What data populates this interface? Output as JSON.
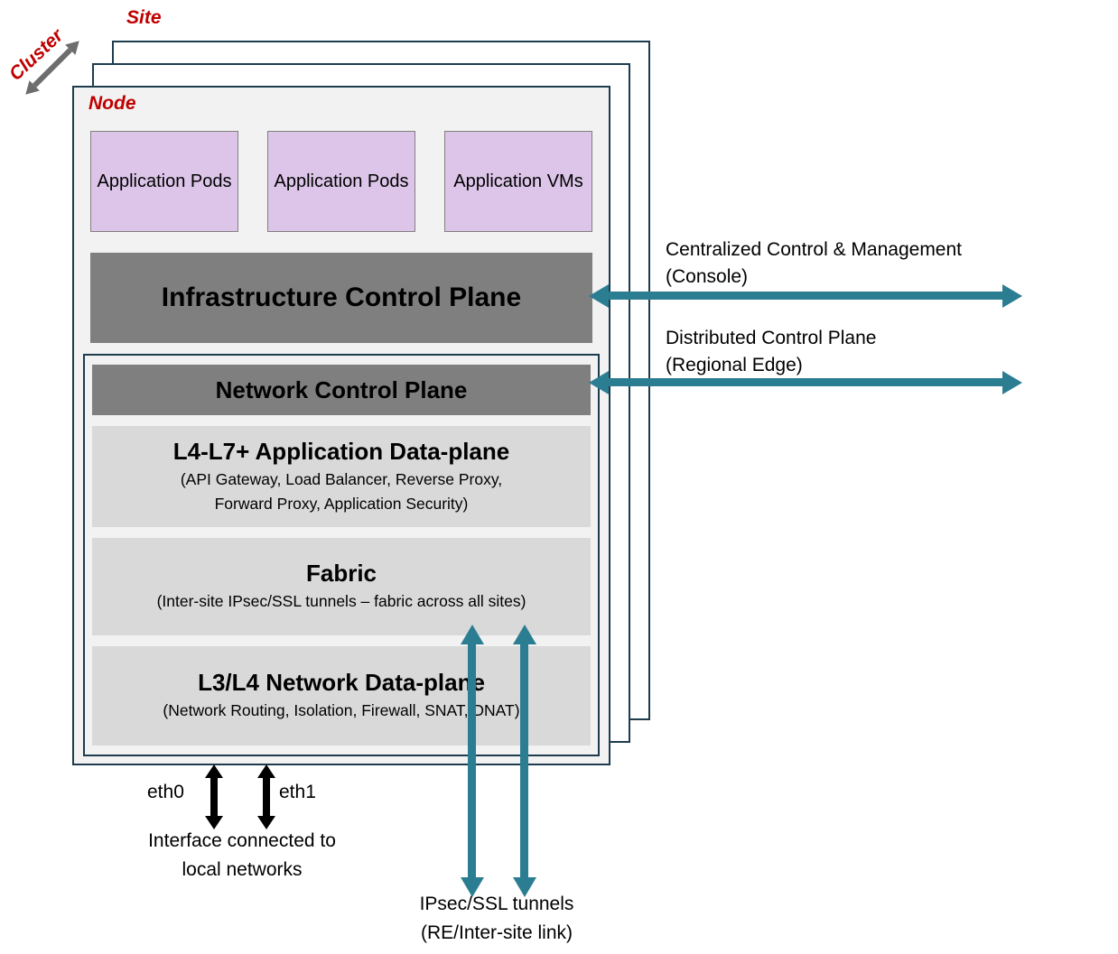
{
  "colors": {
    "teal": "#2b7d92",
    "dark_border": "#1d3c4d",
    "red": "#c00000",
    "purple": "#dcc5e8",
    "purple_border": "#808080",
    "dark_gray": "#7f7f7f",
    "light_gray": "#d9d9d9",
    "node_bg": "#f2f2f2",
    "arrow_gray": "#6d6d6d"
  },
  "layers": {
    "cluster_label": "Cluster",
    "site_label": "Site",
    "node_label": "Node"
  },
  "node": {
    "app_boxes": [
      "Application Pods",
      "Application Pods",
      "Application VMs"
    ],
    "infrastructure_control_plane": "Infrastructure Control Plane",
    "network_control_plane": "Network Control Plane",
    "l4_l7": {
      "title": "L4-L7+ Application Data-plane",
      "subtitle_line1": "(API Gateway, Load Balancer, Reverse Proxy,",
      "subtitle_line2": "Forward Proxy, Application Security)"
    },
    "fabric": {
      "title": "Fabric",
      "subtitle": "(Inter-site IPsec/SSL tunnels – fabric across all sites)"
    },
    "l3_l4": {
      "title": "L3/L4 Network Data-plane",
      "subtitle": "(Network Routing, Isolation, Firewall, SNAT, DNAT)"
    }
  },
  "annotations": {
    "centralized_line1": "Centralized Control & Management",
    "centralized_line2": "(Console)",
    "distributed_line1": "Distributed Control Plane",
    "distributed_line2": "(Regional Edge)",
    "eth0": "eth0",
    "eth1": "eth1",
    "interface_line1": "Interface connected to",
    "interface_line2": "local networks",
    "tunnels_line1": "IPsec/SSL tunnels",
    "tunnels_line2": "(RE/Inter-site link)"
  }
}
